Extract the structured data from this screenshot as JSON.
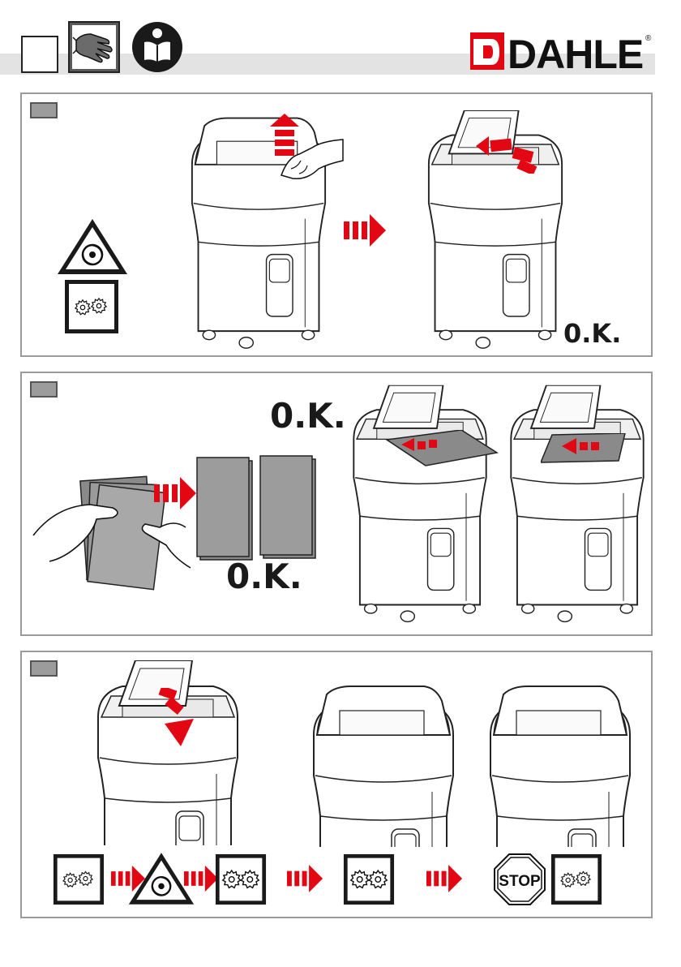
{
  "brand": {
    "name": "DAHLE",
    "registered_mark": "®",
    "accent": "#e30613"
  },
  "header": {
    "step_number": "",
    "icons": [
      "protective-glove-icon",
      "read-manual-icon"
    ]
  },
  "panels": [
    {
      "id": "a",
      "label": "",
      "ok_text": "0.K.",
      "icons": [
        "rotating-parts-warning-icon",
        "gears-icon"
      ]
    },
    {
      "id": "b",
      "label": "",
      "ok_text_1": "0.K.",
      "ok_text_2": "0.K."
    },
    {
      "id": "c",
      "label": "",
      "stop_text": "STOP",
      "sequence": [
        "gears-icon",
        "rotating-parts-warning-icon",
        "gears-running-icon",
        "gears-running-icon",
        "stop-sign-icon",
        "gears-icon"
      ]
    }
  ],
  "colors": {
    "arrow": "#e30613",
    "panel_border": "#9a9a9a",
    "header_bar": "#e3e3e3",
    "tab": "#9c9c9c"
  }
}
